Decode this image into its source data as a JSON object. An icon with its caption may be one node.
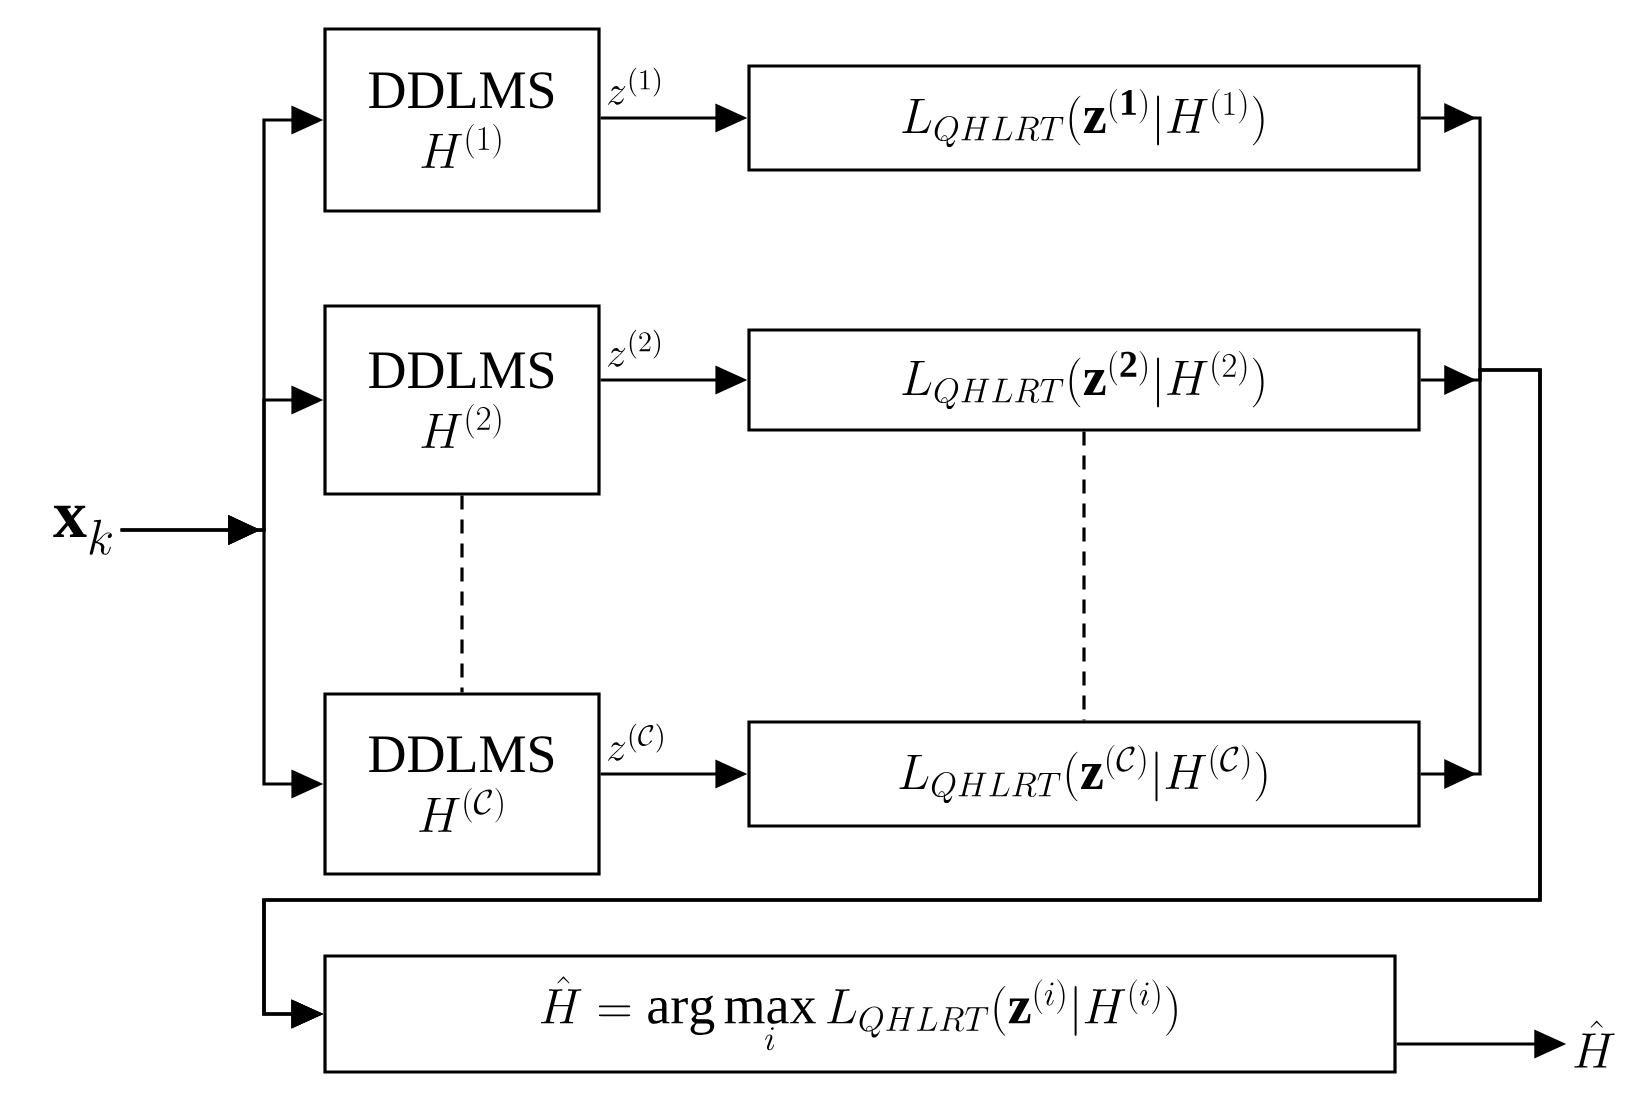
{
  "diagram": {
    "nodes": [
      {
        "text": [
          "\\mathbf{x}_k"
        ]
      },
      {
        "text": [
          "DDLMS",
          "H^{(1)}"
        ]
      },
      {
        "text": [
          "DDLMS",
          "H^{(2)}"
        ]
      },
      {
        "text": [
          "DDLMS",
          "H^{(\\mathcal{C})}"
        ]
      },
      {
        "text": [
          "L_{QHLRT}(\\mathbf{z}^{(\\mathbf{1})}|H^{(1)})"
        ]
      },
      {
        "text": [
          "L_{QHLRT}(\\mathbf{z}^{(\\mathbf{2})}|H^{(2)})"
        ]
      },
      {
        "text": [
          "L_{QHLRT}(\\mathbf{z}^{(\\mathcal{C})}|H^{(\\mathcal{C})})"
        ]
      },
      {
        "text": [
          "\\hat{H} = \\arg\\max\\limits_{i} L_{QHLRT}(\\mathbf{z}^{(i)}|H^{(i)})"
        ]
      },
      {
        "text": [
          "\\hat{H}"
        ]
      }
    ],
    "edges": [
      {
        "from": 0,
        "to": 1,
        "arrow": "to"
      },
      {
        "from": 0,
        "to": 2,
        "arrow": "to"
      },
      {
        "from": 0,
        "to": 3,
        "arrow": "to"
      },
      {
        "from": 1,
        "to": 4,
        "arrow": "to",
        "label": "z^{(1)}"
      },
      {
        "from": 2,
        "to": 5,
        "arrow": "to",
        "label": "z^{(2)}"
      },
      {
        "from": 3,
        "to": 6,
        "arrow": "to",
        "label": "z^{(\\mathcal{C})}"
      },
      {
        "from": 4,
        "to": 7,
        "arrow": "to"
      },
      {
        "from": 5,
        "to": 7,
        "arrow": "to"
      },
      {
        "from": 6,
        "to": 7,
        "arrow": "to"
      },
      {
        "from": 7,
        "to": 8,
        "arrow": "to"
      },
      {
        "from": 2,
        "to": 3,
        "arrow": "none",
        "style": "dashed"
      },
      {
        "from": 5,
        "to": 6,
        "arrow": "none",
        "style": "dashed"
      }
    ]
  }
}
